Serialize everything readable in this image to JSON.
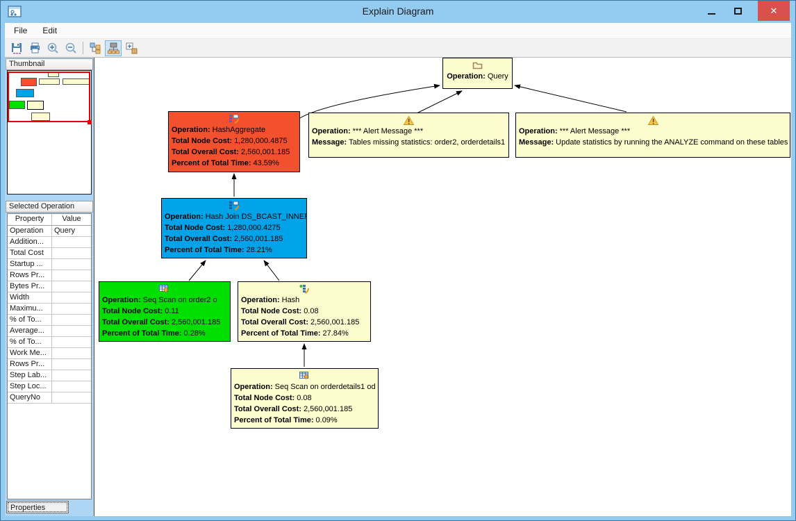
{
  "window": {
    "title": "Explain Diagram"
  },
  "menu": {
    "items": [
      "File",
      "Edit"
    ]
  },
  "toolbar": {
    "buttons": [
      "save",
      "print",
      "zoom-in",
      "zoom-out",
      "tree-layout",
      "hierarchy-layout",
      "expand-layout"
    ]
  },
  "sidebar": {
    "thumbnail_header": "Thumbnail",
    "selected_operation_header": "Selected Operation",
    "table": {
      "columns": [
        "Property",
        "Value"
      ],
      "rows": [
        {
          "p": "Operation",
          "v": "Query"
        },
        {
          "p": "Addition...",
          "v": ""
        },
        {
          "p": "Total Cost",
          "v": ""
        },
        {
          "p": "Startup ...",
          "v": ""
        },
        {
          "p": "Rows Pr...",
          "v": ""
        },
        {
          "p": "Bytes Pr...",
          "v": ""
        },
        {
          "p": "Width",
          "v": ""
        },
        {
          "p": "Maximu...",
          "v": ""
        },
        {
          "p": "% of To...",
          "v": ""
        },
        {
          "p": "Average...",
          "v": ""
        },
        {
          "p": "% of To...",
          "v": ""
        },
        {
          "p": "Work Me...",
          "v": ""
        },
        {
          "p": "Rows Pr...",
          "v": ""
        },
        {
          "p": "Step Lab...",
          "v": ""
        },
        {
          "p": "Step Loc...",
          "v": ""
        },
        {
          "p": "QueryNo",
          "v": ""
        }
      ]
    },
    "properties_button": "Properties"
  },
  "diagram": {
    "colors": {
      "node_yellow": "#FCFCCE",
      "node_red": "#F3512E",
      "node_blue": "#00A2E8",
      "node_green": "#00DF00",
      "viewport_red": "#E80000"
    },
    "nodes": [
      {
        "id": "query",
        "lines": [
          {
            "l": "Operation:",
            "v": "Query"
          }
        ]
      },
      {
        "id": "hash-aggregate",
        "lines": [
          {
            "l": "Operation:",
            "v": "HashAggregate"
          },
          {
            "l": "Total Node Cost:",
            "v": "1,280,000.4875"
          },
          {
            "l": "Total Overall Cost:",
            "v": "2,560,001.185"
          },
          {
            "l": "Percent of Total Time:",
            "v": "43.59%"
          }
        ]
      },
      {
        "id": "alert-message-1",
        "lines": [
          {
            "l": "Operation:",
            "v": "*** Alert Message ***"
          },
          {
            "l": "Message:",
            "v": "Tables missing statistics: order2, orderdetails1"
          }
        ]
      },
      {
        "id": "alert-message-2",
        "lines": [
          {
            "l": "Operation:",
            "v": "*** Alert Message ***"
          },
          {
            "l": "Message:",
            "v": "Update statistics by running the ANALYZE command on these tables"
          }
        ]
      },
      {
        "id": "hash-join",
        "lines": [
          {
            "l": "Operation:",
            "v": "Hash Join DS_BCAST_INNER"
          },
          {
            "l": "Total Node Cost:",
            "v": "1,280,000.4275"
          },
          {
            "l": "Total Overall Cost:",
            "v": "2,560,001.185"
          },
          {
            "l": "Percent of Total Time:",
            "v": "28.21%"
          }
        ]
      },
      {
        "id": "seq-scan-order2",
        "lines": [
          {
            "l": "Operation:",
            "v": "Seq Scan on order2 o"
          },
          {
            "l": "Total Node Cost:",
            "v": "0.11"
          },
          {
            "l": "Total Overall Cost:",
            "v": "2,560,001.185"
          },
          {
            "l": "Percent of Total Time:",
            "v": "0.28%"
          }
        ]
      },
      {
        "id": "hash",
        "lines": [
          {
            "l": "Operation:",
            "v": "Hash"
          },
          {
            "l": "Total Node Cost:",
            "v": "0.08"
          },
          {
            "l": "Total Overall Cost:",
            "v": "2,560,001.185"
          },
          {
            "l": "Percent of Total Time:",
            "v": "27.84%"
          }
        ]
      },
      {
        "id": "seq-scan-orderdetails1",
        "lines": [
          {
            "l": "Operation:",
            "v": "Seq Scan on orderdetails1 od"
          },
          {
            "l": "Total Node Cost:",
            "v": "0.08"
          },
          {
            "l": "Total Overall Cost:",
            "v": "2,560,001.185"
          },
          {
            "l": "Percent of Total Time:",
            "v": "0.09%"
          }
        ]
      }
    ]
  }
}
